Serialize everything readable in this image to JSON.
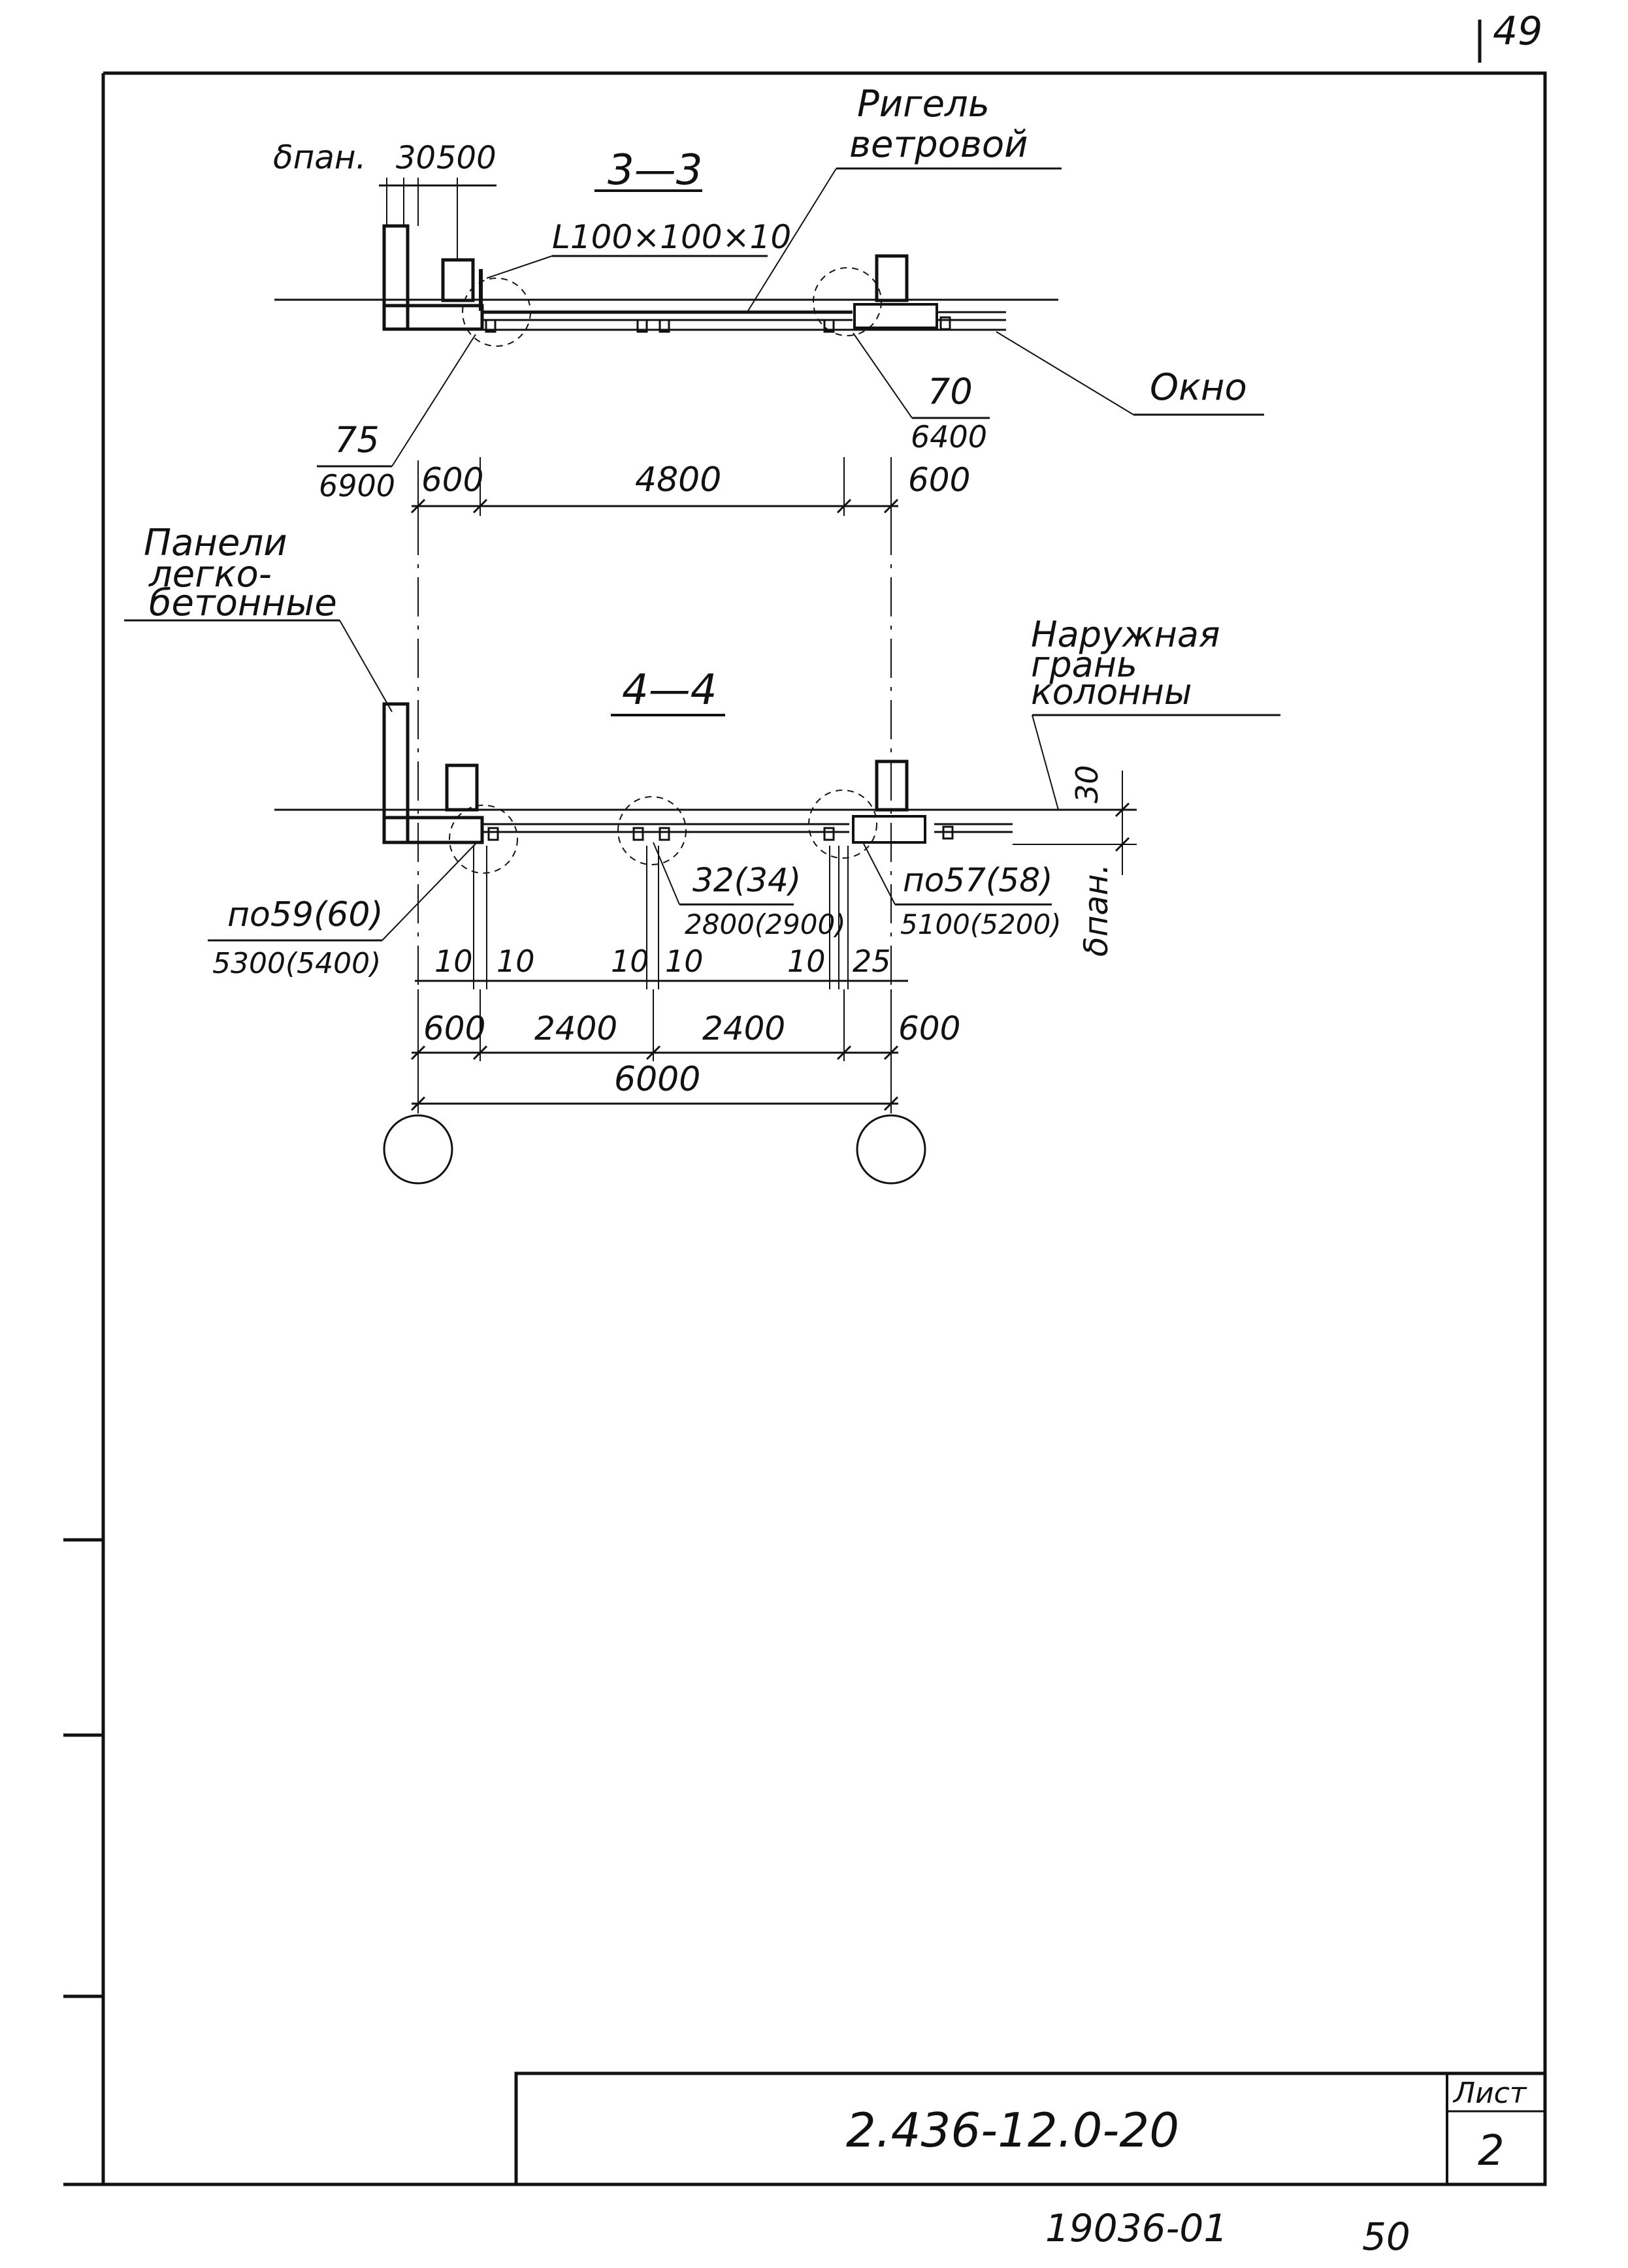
{
  "page_number": "49",
  "section_33": {
    "title": "3—3",
    "label_panel_thickness": "δпан.",
    "dim_30": "30",
    "dim_500": "500",
    "label_beam_line1": "Ригель",
    "label_beam_line2": "ветровой",
    "label_angle": "L100×100×10",
    "label_window": "Окно",
    "mark_left_top": "75",
    "mark_left_bottom": "6900",
    "mark_right_top": "70",
    "mark_right_bottom": "6400",
    "dim_600_left": "600",
    "dim_4800": "4800",
    "dim_600_right": "600"
  },
  "section_44": {
    "title": "4—4",
    "label_panels_line1": "Панели",
    "label_panels_line2": "легко-",
    "label_panels_line3": "бетонные",
    "label_outer_line1": "Наружная",
    "label_outer_line2": "грань",
    "label_outer_line3": "колонны",
    "dim_30": "30",
    "label_panel_thickness": "δпан.",
    "mark_left_top": "по59(60)",
    "mark_left_bottom": "5300(5400)",
    "mark_mid_top": "32(34)",
    "mark_mid_bottom": "2800(2900)",
    "mark_right_top": "по57(58)",
    "mark_right_bottom": "5100(5200)",
    "gap_10_a": "10",
    "gap_10_b": "10",
    "gap_10_c": "10",
    "gap_10_d": "10",
    "gap_10_e": "10",
    "gap_25": "25",
    "dim_600_left": "600",
    "dim_2400_a": "2400",
    "dim_2400_b": "2400",
    "dim_600_right": "600",
    "dim_6000": "6000"
  },
  "title_block": {
    "document_code": "2.436-12.0-20",
    "sheet_label": "Лист",
    "sheet_number": "2"
  },
  "footer": {
    "archive_number": "19036-01",
    "page_index": "50"
  }
}
